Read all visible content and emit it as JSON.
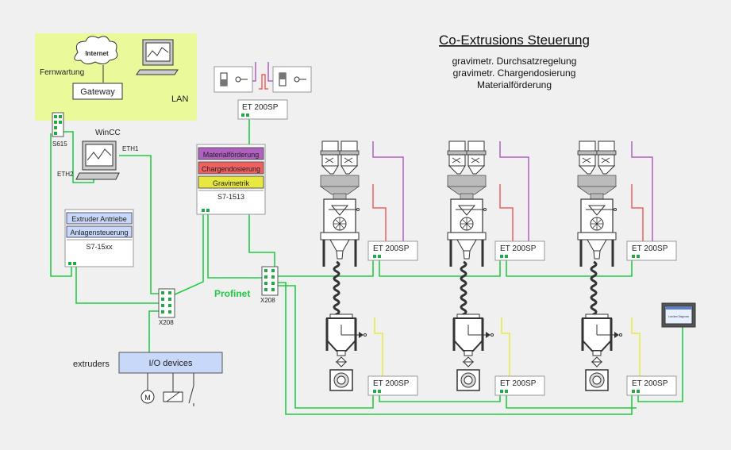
{
  "title": {
    "main": "Co-Extrusions Steuerung",
    "lines": [
      "gravimetr. Durchsatzregelung",
      "gravimetr. Chargendosierung",
      "Materialförderung"
    ]
  },
  "remote": {
    "fernwartung": "Fernwartung",
    "internet": "Internet",
    "gateway": "Gateway",
    "lan": "LAN"
  },
  "switches": {
    "s615": "S615",
    "x208_left": "X208",
    "x208_center": "X208"
  },
  "ports": {
    "eth1": "ETH1",
    "eth2": "ETH2"
  },
  "wincc": "WinCC",
  "plc_left": {
    "modules": [
      "Extruder Antriebe",
      "Anlagensteuerung"
    ],
    "name": "S7-15xx"
  },
  "plc_center": {
    "modules": [
      "Materialförderung",
      "Chargendosierung",
      "Gravimetrik"
    ],
    "name": "S7-1513"
  },
  "io": {
    "extruders": "extruders",
    "devices": "I/O devices"
  },
  "network_label": "Profinet",
  "et200": "ET 200SP",
  "hmi_screen_text": "Lueckes Diagnose",
  "colors": {
    "lan_bg": "#eaf99a",
    "network": "#22cc44",
    "material": "#b060c0",
    "charge": "#f06060",
    "gravimetric": "#e8e840",
    "module_blue": "#c8d8f8",
    "io_box": "#c8d8f8",
    "switch": "#22aa44"
  },
  "icons": [
    "cloud-icon",
    "monitor-icon",
    "valve-icon",
    "scale-icon",
    "motor-icon",
    "contactor-icon",
    "switch-icon"
  ]
}
